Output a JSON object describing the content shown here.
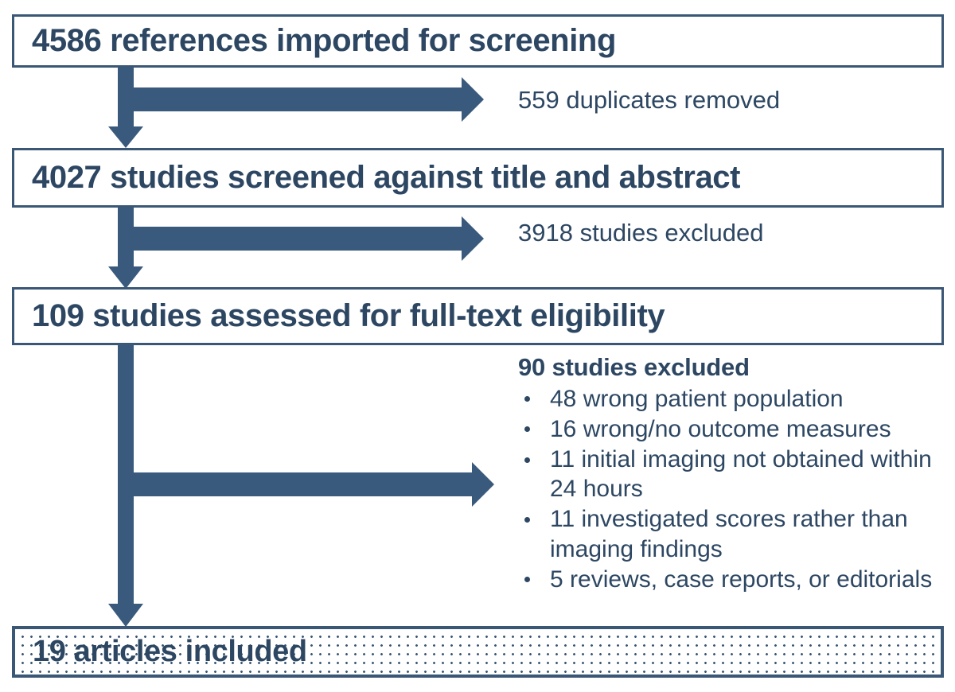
{
  "diagram": {
    "title": "PRISMA study selection flow diagram",
    "colors": {
      "box_border": "#3a5775",
      "arrow_fill": "#3a5a7d",
      "text": "#2d4763",
      "background": "#ffffff"
    }
  },
  "boxes": [
    {
      "id": "imported",
      "label": "4586 references imported for screening",
      "count": 4586,
      "fill": "white"
    },
    {
      "id": "screened",
      "label": "4027 studies screened against title and abstract",
      "count": 4027,
      "fill": "white"
    },
    {
      "id": "assessed",
      "label": "109 studies assessed for full-text eligibility",
      "count": 109,
      "fill": "white"
    },
    {
      "id": "included",
      "label": "19 articles included",
      "count": 19,
      "fill": "dotted-pattern"
    }
  ],
  "side_notes": [
    {
      "id": "duplicates",
      "label": "559 duplicates removed",
      "count": 559
    },
    {
      "id": "excluded-screen",
      "label": "3918 studies excluded",
      "count": 3918
    }
  ],
  "exclusions": {
    "heading": "90 studies excluded",
    "total": 90,
    "items": [
      {
        "count": 48,
        "label": "48 wrong patient population"
      },
      {
        "count": 16,
        "label": "16 wrong/no outcome measures"
      },
      {
        "count": 11,
        "label": "11 initial imaging not obtained within 24 hours"
      },
      {
        "count": 11,
        "label": "11 investigated scores rather than imaging findings"
      },
      {
        "count": 5,
        "label": "5 reviews, case reports, or editorials"
      }
    ]
  },
  "arrows": [
    {
      "id": "arrow-1",
      "from": "imported",
      "to": "screened",
      "branch_to": "duplicates"
    },
    {
      "id": "arrow-2",
      "from": "screened",
      "to": "assessed",
      "branch_to": "excluded-screen"
    },
    {
      "id": "arrow-3",
      "from": "assessed",
      "to": "included",
      "branch_to": "exclusions"
    }
  ]
}
